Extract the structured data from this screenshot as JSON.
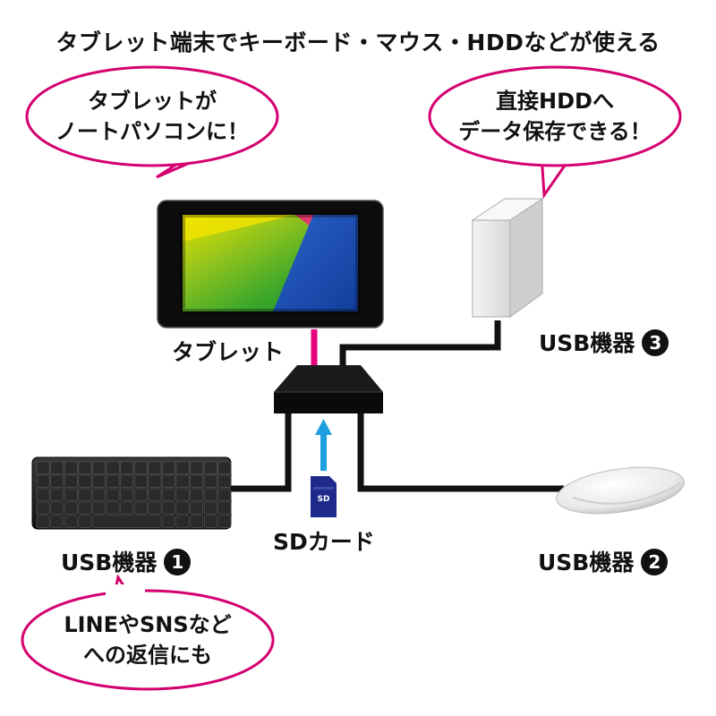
{
  "title": "タブレット端末でキーボード・マウス・HDDなどが使える",
  "bubbles": {
    "tablet": [
      "タブレットが",
      "ノートパソコンに！"
    ],
    "hdd": [
      "直接HDDへ",
      "データ保存できる！"
    ],
    "keyboard": [
      "LINEやSNSなど",
      "への返信にも"
    ]
  },
  "labels": {
    "tablet": "タブレット",
    "sd_card": "SDカード",
    "sd_logo": "SD",
    "usb1": "USB機器",
    "usb1_num": "1",
    "usb2": "USB機器",
    "usb2_num": "2",
    "usb3": "USB機器",
    "usb3_num": "3"
  },
  "colors": {
    "bubble_border": "#d4006f",
    "tablet_cable": "#e6007e",
    "arrow": "#1ea0e0",
    "cable": "#111111",
    "sd_card": "#1d2a8c"
  }
}
